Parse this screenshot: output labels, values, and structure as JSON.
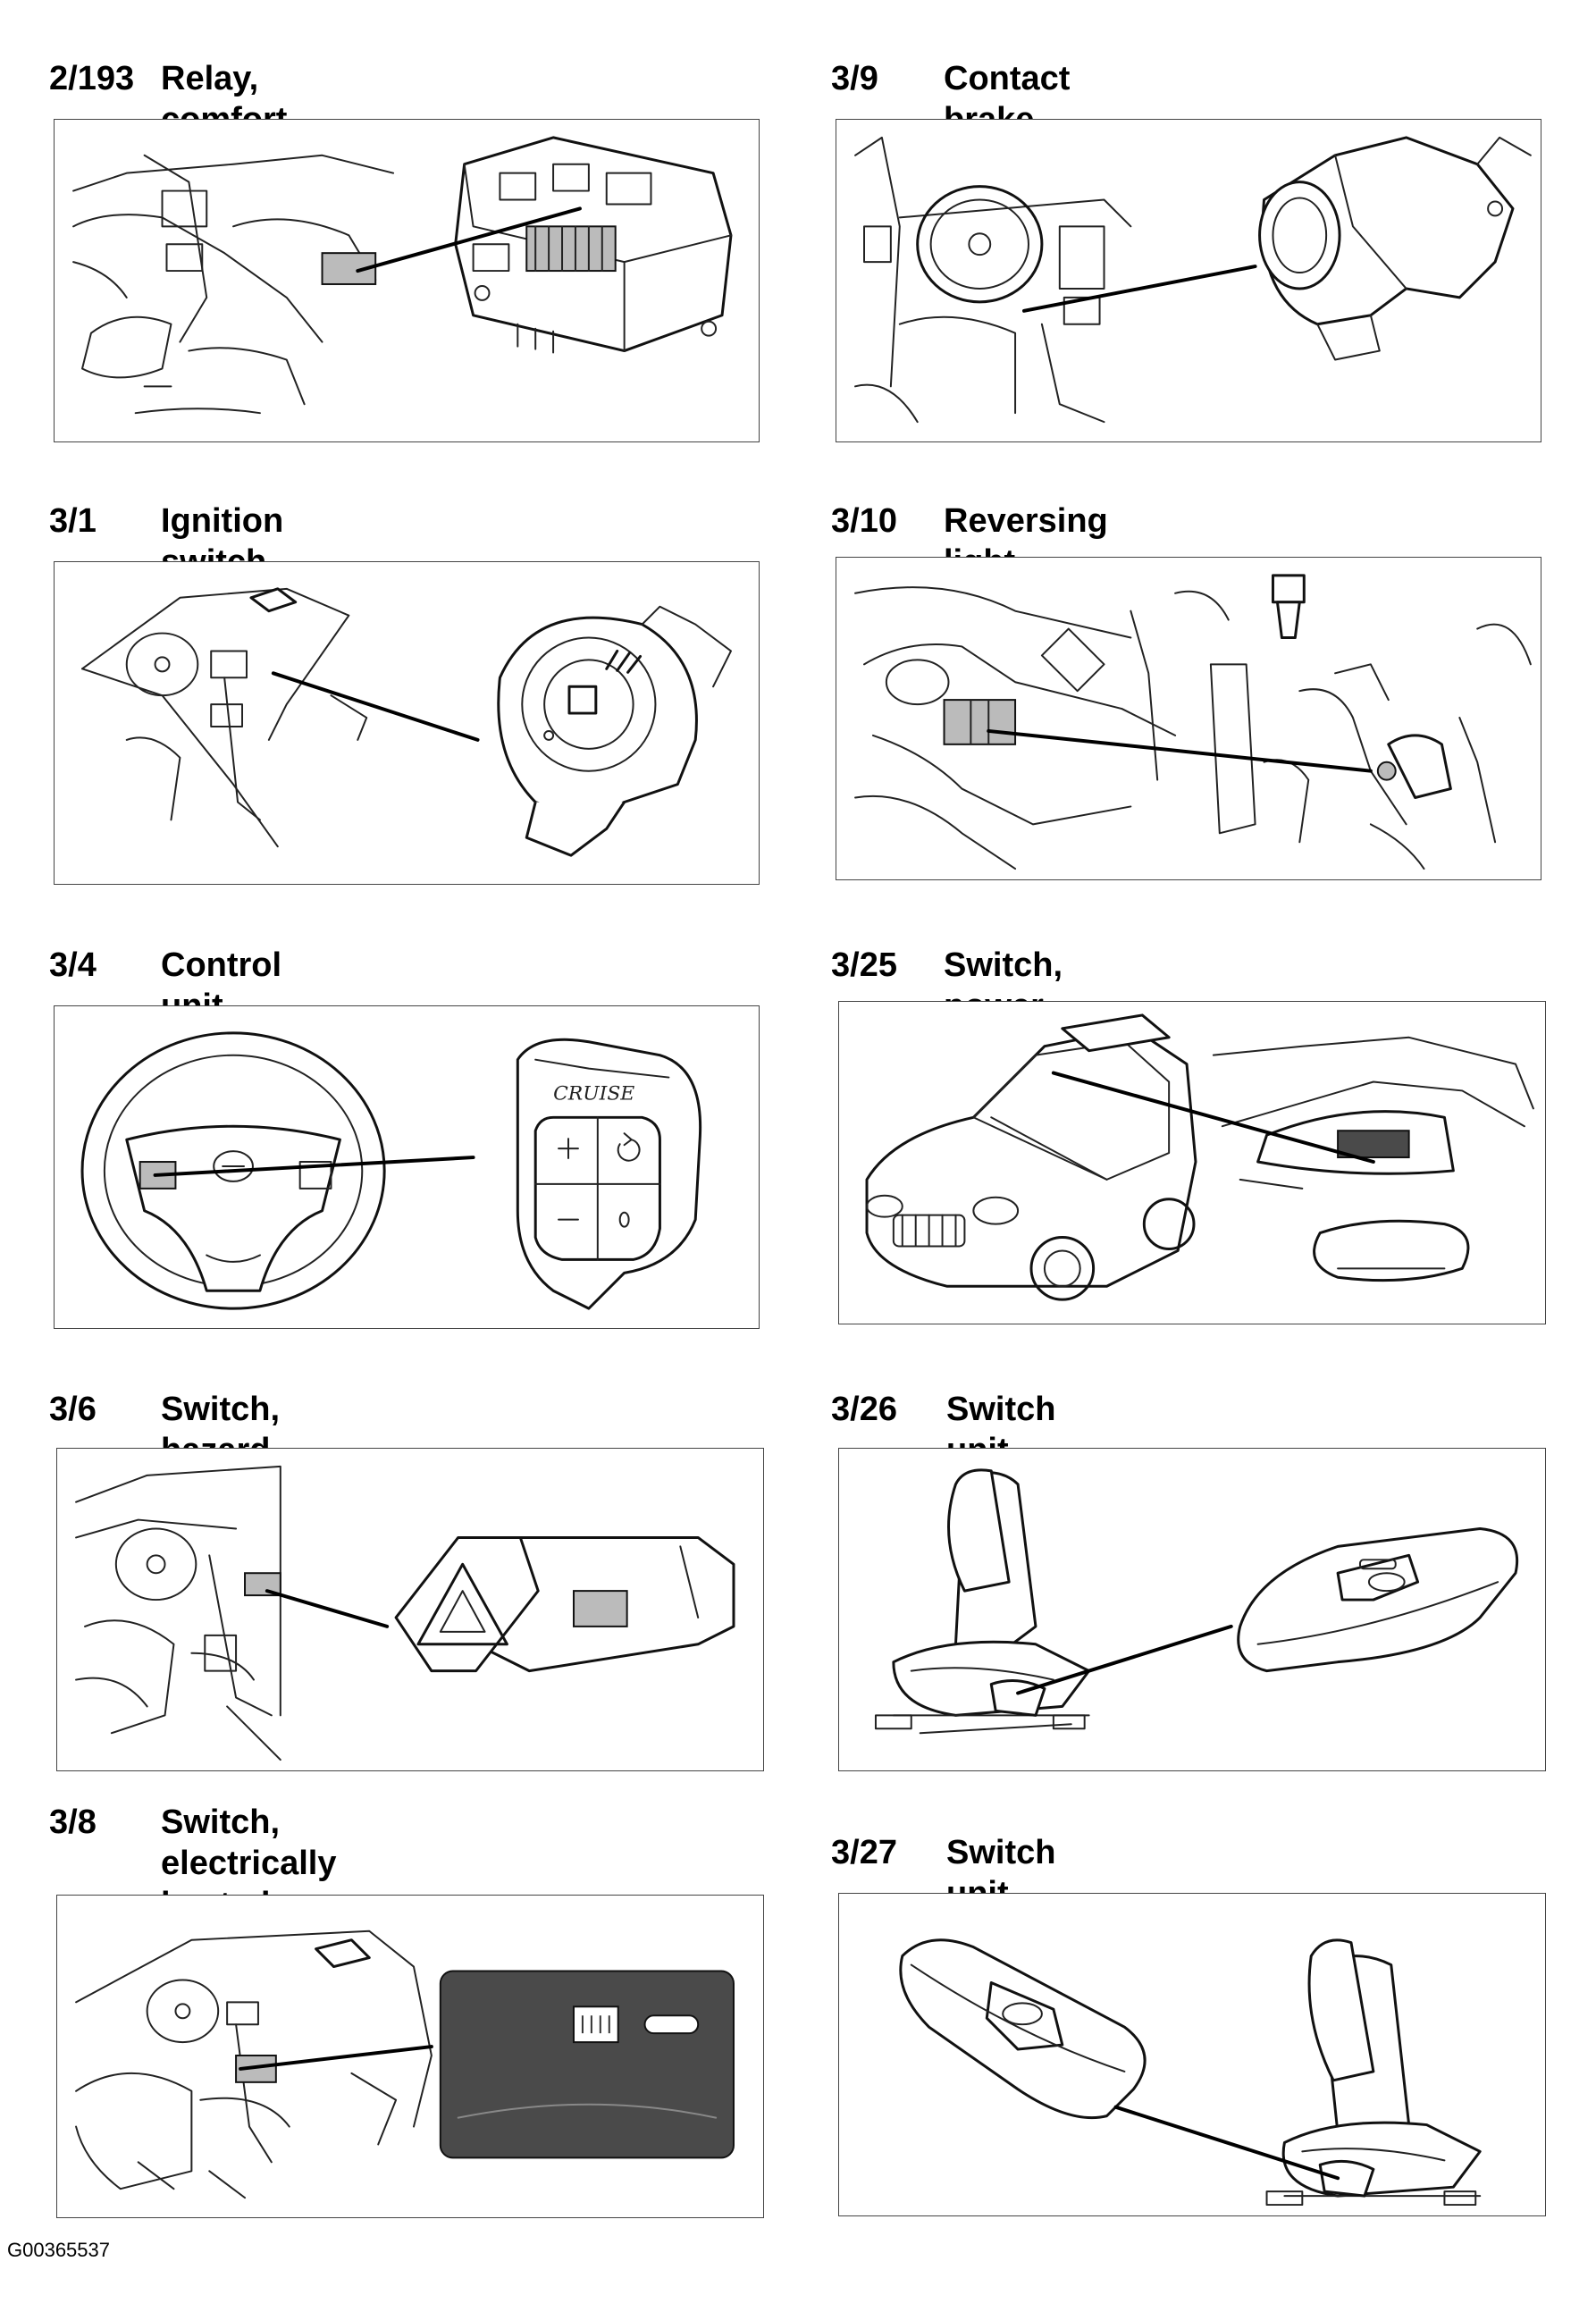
{
  "components": [
    {
      "code": "2/193",
      "title": "Relay, comfort functions"
    },
    {
      "code": "3/9",
      "title": "Contact brake light"
    },
    {
      "code": "3/1",
      "title": "Ignition switch"
    },
    {
      "code": "3/10",
      "title": "Reversing light contact"
    },
    {
      "code": "3/4",
      "title": "Control unit, cruise control (SWS)"
    },
    {
      "code": "3/25",
      "title": "Switch, power sunroof"
    },
    {
      "code": "3/6",
      "title": "Switch, hazard warning flashers"
    },
    {
      "code": "3/26",
      "title": "Switch unit, power driver’s seat"
    },
    {
      "code": "3/8",
      "title": "Switch, electrically heated rear win-\ndow/rear-view mirrors"
    },
    {
      "code": "3/27",
      "title": "Switch unit, power passenger seat"
    }
  ],
  "cruise_label": "CRUISE",
  "figure_id": "G00365537"
}
